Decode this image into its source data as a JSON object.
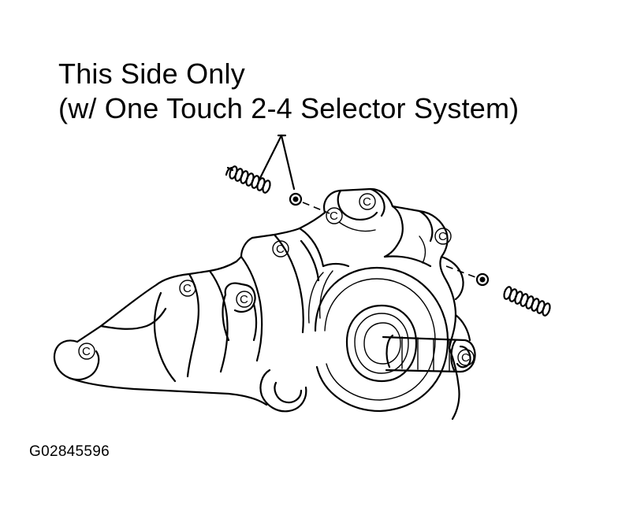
{
  "callout": {
    "line1": "This Side Only",
    "line2": "(w/ One Touch 2-4 Selector System)"
  },
  "figure_id": "G02845596",
  "bolt_marker": "C",
  "colors": {
    "ink": "#000000",
    "background": "#ffffff"
  }
}
